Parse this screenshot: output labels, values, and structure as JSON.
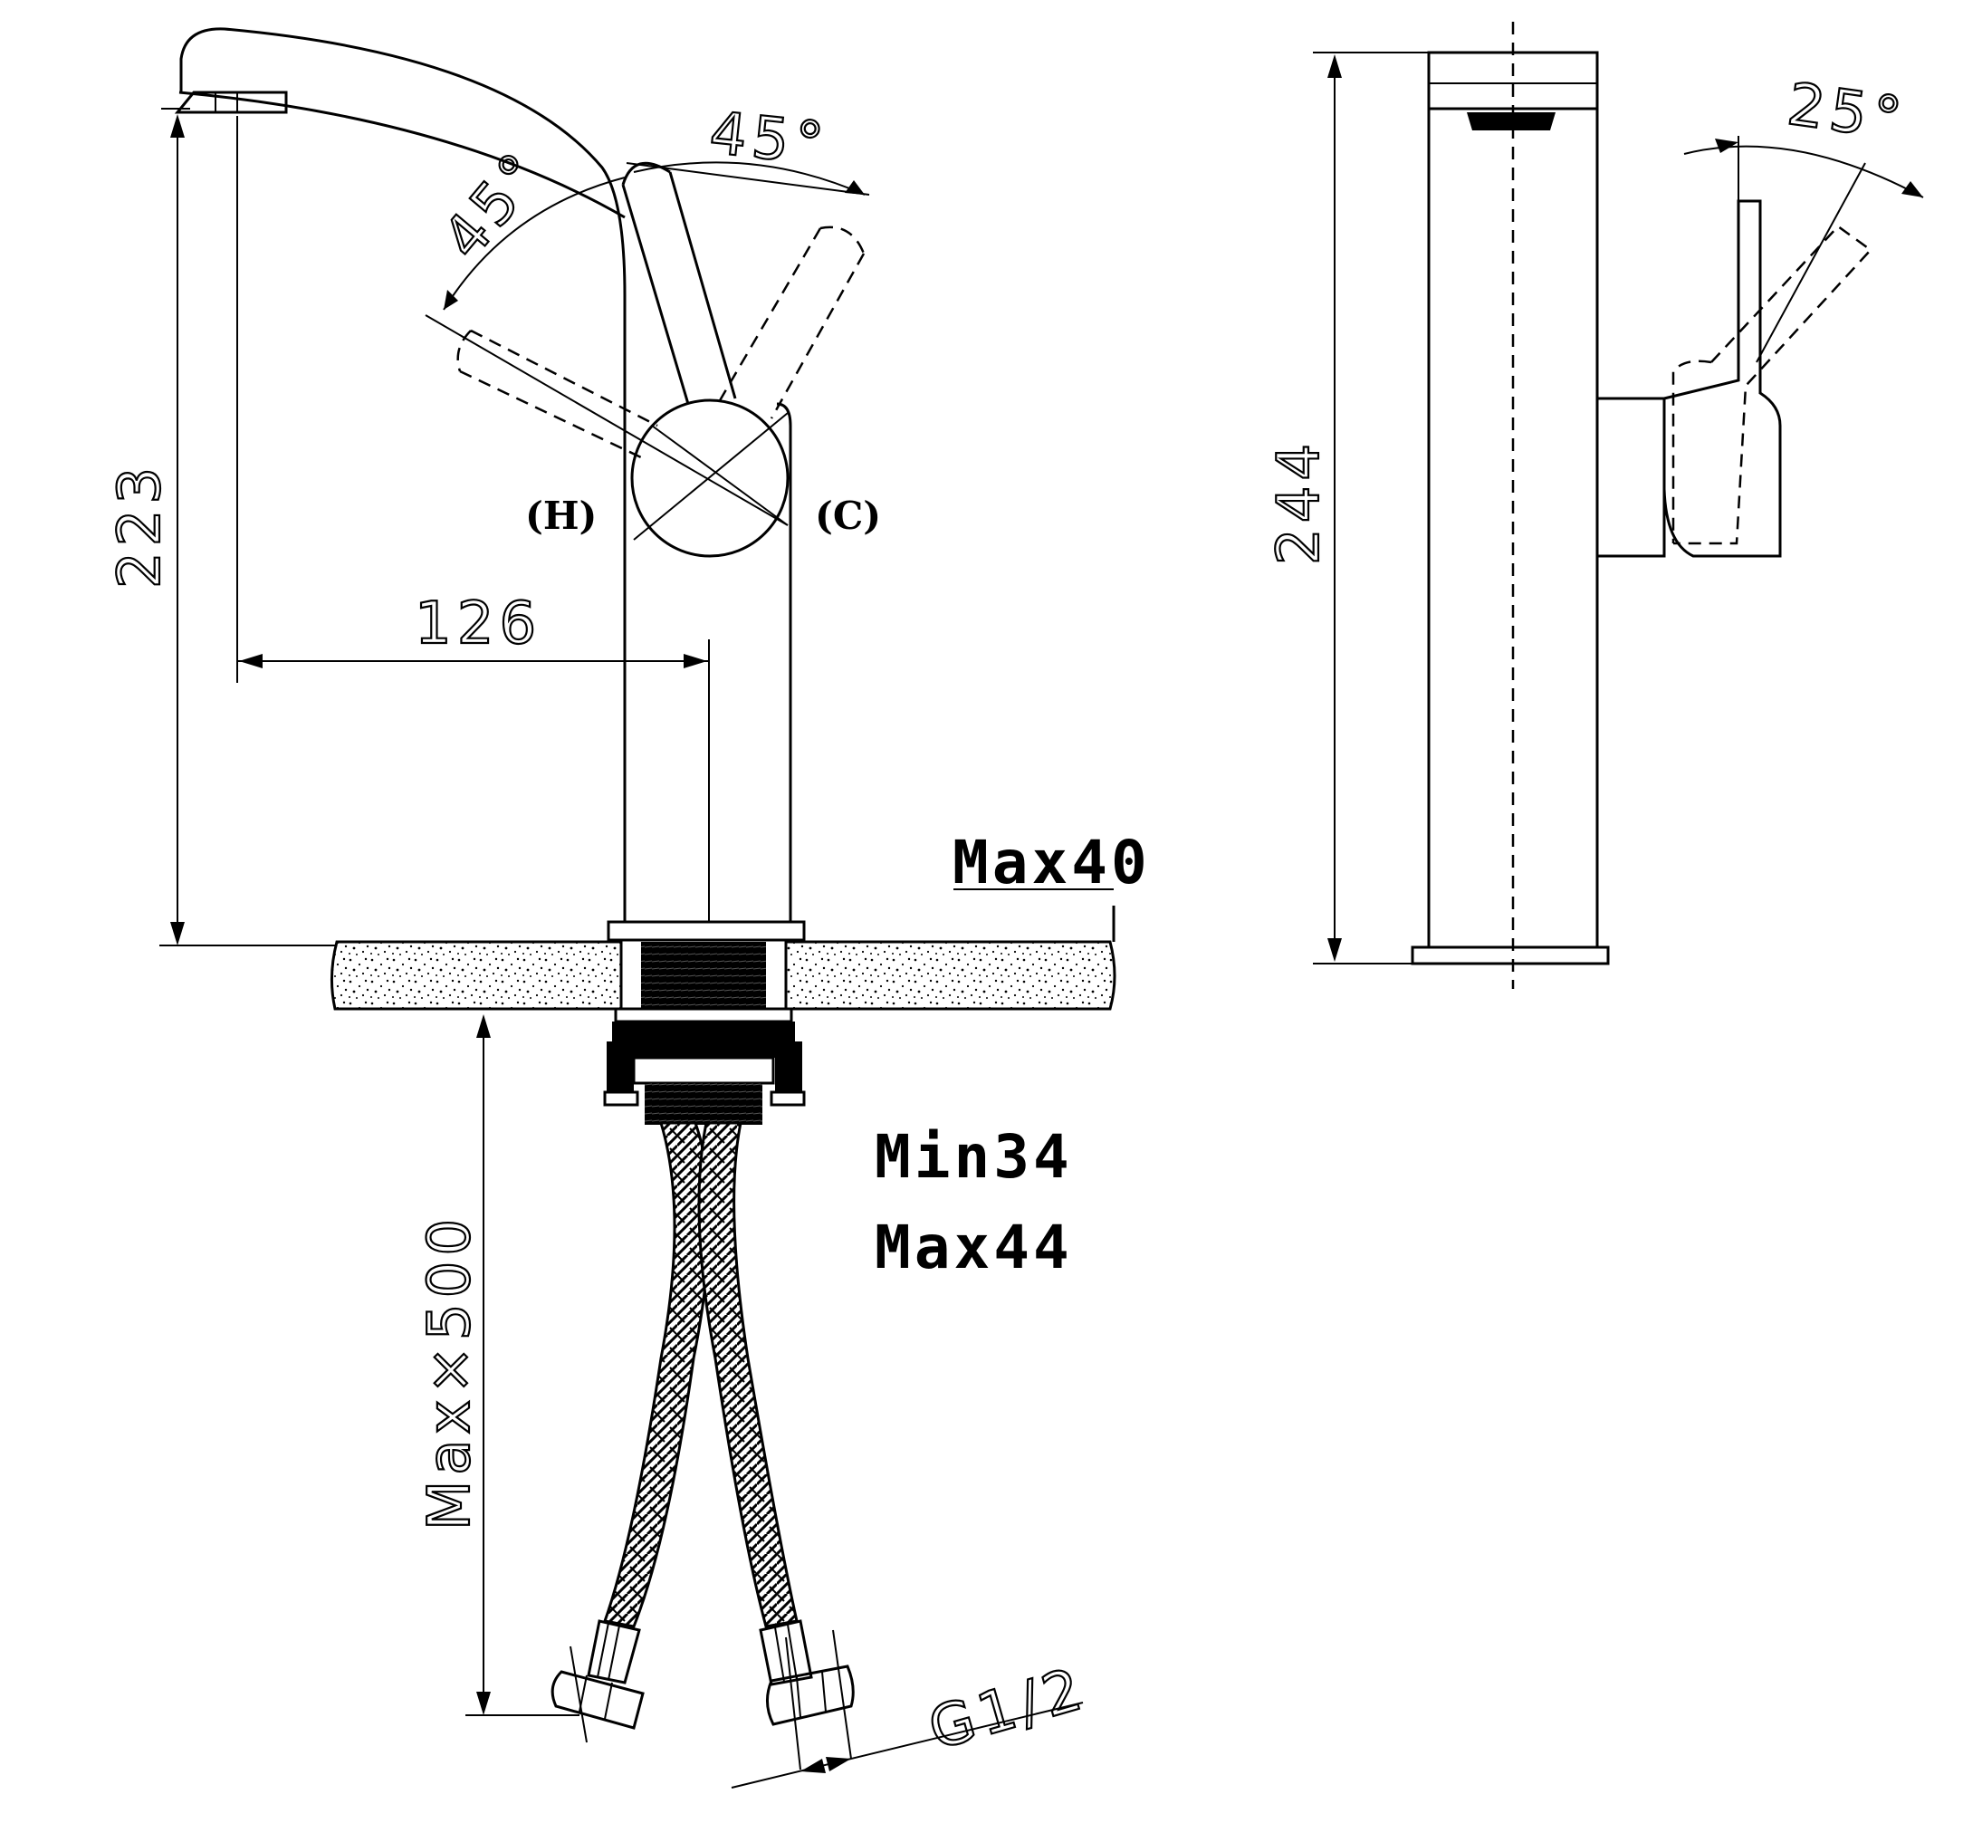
{
  "labels": {
    "angle_left": "45°",
    "angle_right": "45°",
    "angle_side": "25°",
    "hot": "(H)",
    "cold": "(C)",
    "height": "223",
    "reach": "126",
    "total_height": "244",
    "deck_max": "Max40",
    "thread_min": "Min34",
    "thread_max": "Max44",
    "hose_length": "Max×500",
    "connector": "G1/2"
  },
  "colors": {
    "line": "#000000",
    "background": "#ffffff"
  }
}
